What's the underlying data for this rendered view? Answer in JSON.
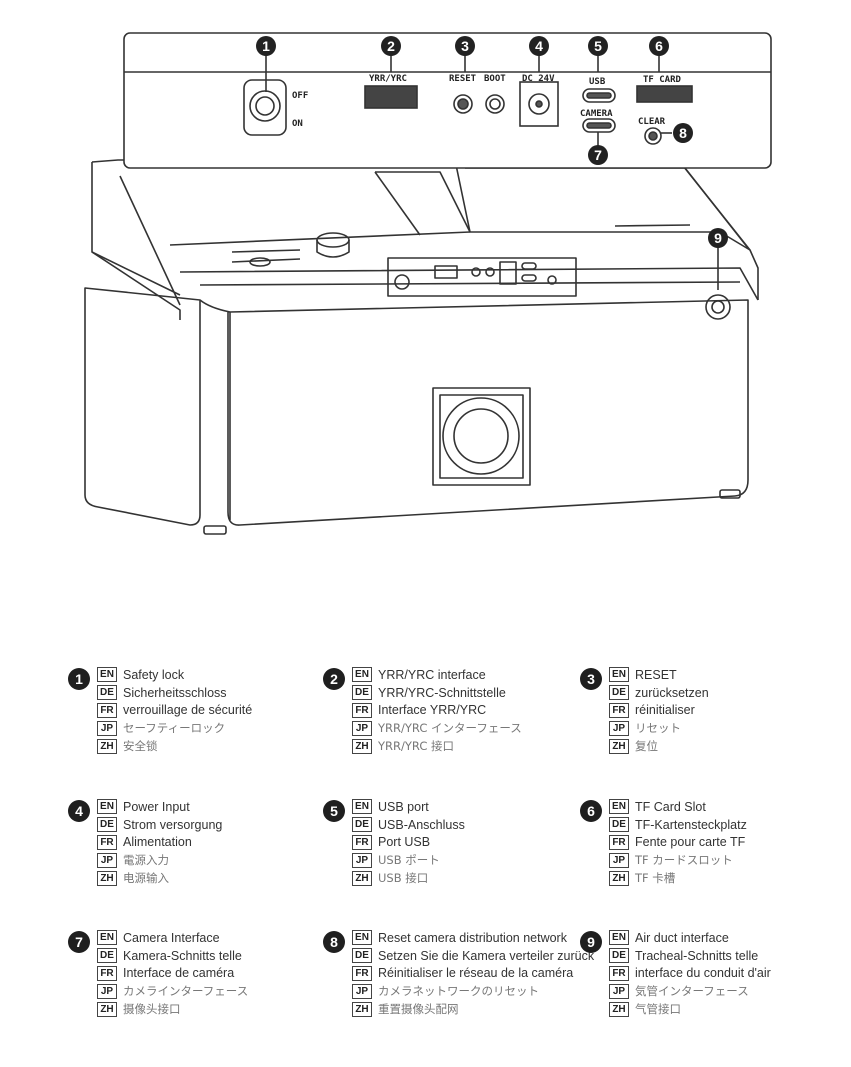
{
  "panel": {
    "labels": {
      "off": "OFF",
      "on": "ON",
      "yrr": "YRR/YRC",
      "reset": "RESET",
      "boot": "BOOT",
      "dc": "DC 24V",
      "usb": "USB",
      "camera": "CAMERA",
      "tf": "TF CARD",
      "clear": "CLEAR"
    },
    "markers": [
      "1",
      "2",
      "3",
      "4",
      "5",
      "6",
      "7",
      "8",
      "9"
    ]
  },
  "legend": [
    {
      "num": "1",
      "en": "Safety lock",
      "de": "Sicherheitsschloss",
      "fr": "verrouillage de sécurité",
      "jp": "セーフティーロック",
      "zh": "安全锁"
    },
    {
      "num": "2",
      "en": "YRR/YRC interface",
      "de": "YRR/YRC-Schnittstelle",
      "fr": "Interface YRR/YRC",
      "jp": "YRR/YRC インターフェース",
      "zh": "YRR/YRC 接口"
    },
    {
      "num": "3",
      "en": "RESET",
      "de": "zurücksetzen",
      "fr": "réinitialiser",
      "jp": "リセット",
      "zh": "复位"
    },
    {
      "num": "4",
      "en": "Power Input",
      "de": "Strom versorgung",
      "fr": "Alimentation",
      "jp": "電源入力",
      "zh": "电源输入"
    },
    {
      "num": "5",
      "en": "USB port",
      "de": "USB-Anschluss",
      "fr": "Port USB",
      "jp": "USB ポート",
      "zh": "USB 接口"
    },
    {
      "num": "6",
      "en": "TF Card Slot",
      "de": "TF-Kartensteckplatz",
      "fr": "Fente pour carte TF",
      "jp": "TF カードスロット",
      "zh": "TF 卡槽"
    },
    {
      "num": "7",
      "en": "Camera Interface",
      "de": "Kamera-Schnitts telle",
      "fr": "Interface de caméra",
      "jp": "カメラインターフェース",
      "zh": "摄像头接口"
    },
    {
      "num": "8",
      "en": "Reset camera distribution network",
      "de": "Setzen Sie die Kamera verteiler zurück",
      "fr": "Réinitialiser le réseau de la caméra",
      "jp": "カメラネットワークのリセット",
      "zh": "重置摄像头配网"
    },
    {
      "num": "9",
      "en": "Air duct interface",
      "de": "Tracheal-Schnitts telle",
      "fr": "interface du conduit d'air",
      "jp": "気管インターフェース",
      "zh": "气管接口"
    }
  ],
  "lang_tags": {
    "en": "EN",
    "de": "DE",
    "fr": "FR",
    "jp": "JP",
    "zh": "ZH"
  }
}
